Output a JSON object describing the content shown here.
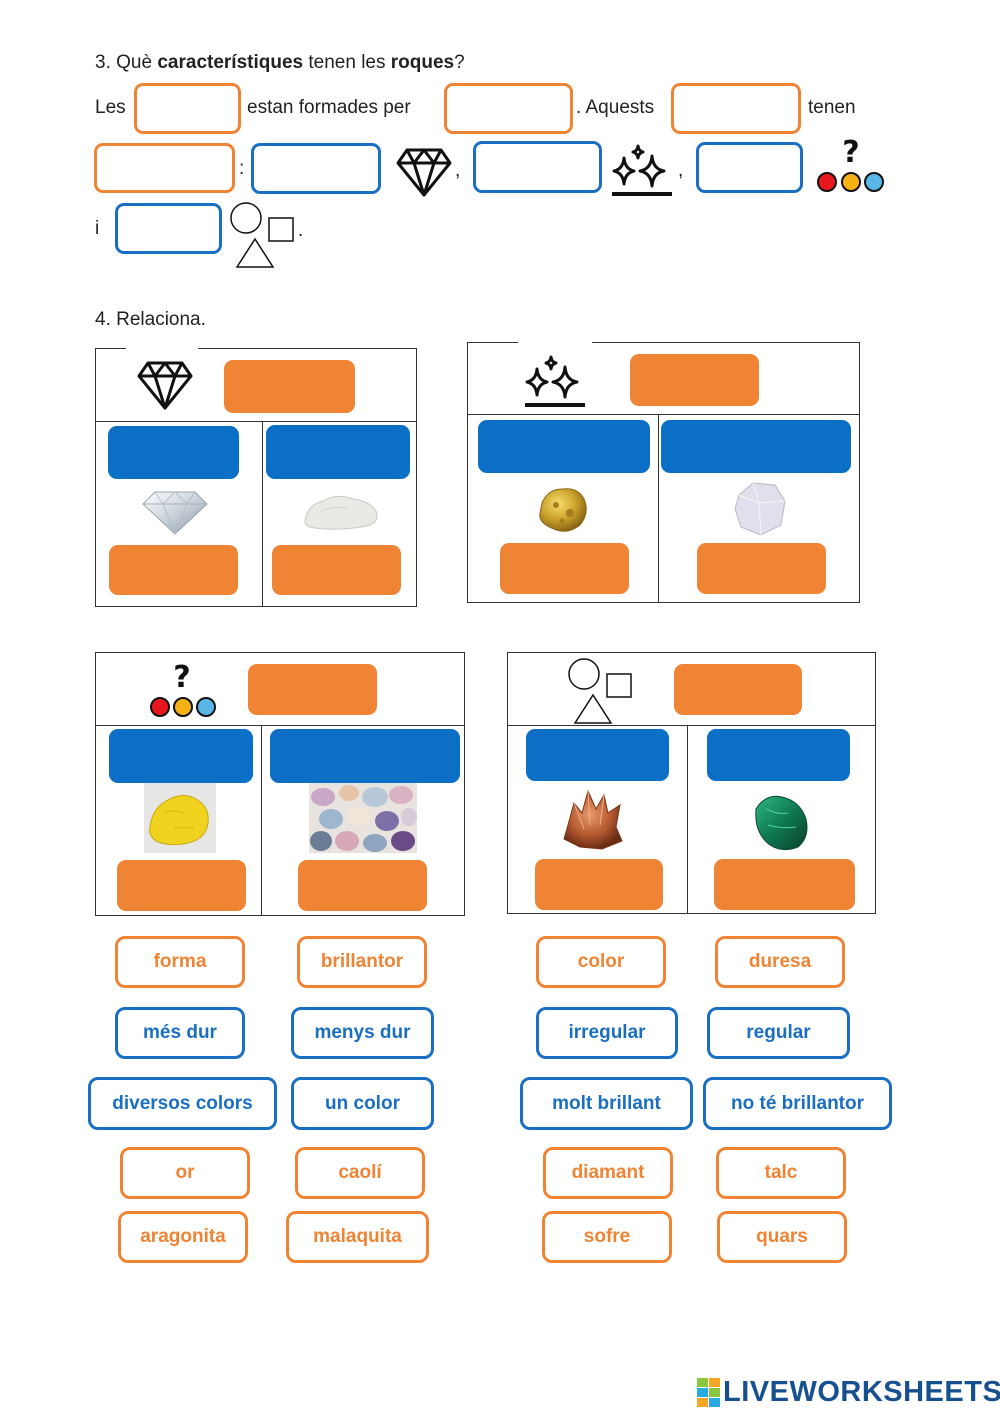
{
  "question3": {
    "number": "3.",
    "part1": "Què ",
    "bold1": "característiques",
    "part2": " tenen les ",
    "bold2": "roques",
    "part3": "?"
  },
  "sentence": {
    "les": "Les",
    "estan_formades": "estan formades per",
    "aquests": ". Aquests",
    "tenen": "tenen",
    "colon": ":",
    "comma1": ",",
    "comma2": ",",
    "i": "i",
    "period": "."
  },
  "question4": {
    "label": "4. Relaciona."
  },
  "cards": [
    {
      "icon": "diamond-icon",
      "images": [
        "diamond-image",
        "kaolin-image"
      ]
    },
    {
      "icon": "sparkle-icon",
      "images": [
        "gold-nugget-image",
        "quartz-image"
      ]
    },
    {
      "icon": "color-dots-icon",
      "images": [
        "sulfur-image",
        "mixed-minerals-image"
      ]
    },
    {
      "icon": "shapes-icon",
      "images": [
        "aragonite-image",
        "malachite-image"
      ]
    }
  ],
  "word_bank": [
    {
      "text": "forma",
      "color": "orange"
    },
    {
      "text": "brillantor",
      "color": "orange"
    },
    {
      "text": "color",
      "color": "orange"
    },
    {
      "text": "duresa",
      "color": "orange"
    },
    {
      "text": "més dur",
      "color": "blue"
    },
    {
      "text": "menys dur",
      "color": "blue"
    },
    {
      "text": "irregular",
      "color": "blue"
    },
    {
      "text": "regular",
      "color": "blue"
    },
    {
      "text": "diversos colors",
      "color": "blue"
    },
    {
      "text": "un color",
      "color": "blue"
    },
    {
      "text": "molt brillant",
      "color": "blue"
    },
    {
      "text": "no té brillantor",
      "color": "blue"
    },
    {
      "text": "or",
      "color": "orange"
    },
    {
      "text": "caolí",
      "color": "orange"
    },
    {
      "text": "diamant",
      "color": "orange"
    },
    {
      "text": "talc",
      "color": "orange"
    },
    {
      "text": "aragonita",
      "color": "orange"
    },
    {
      "text": "malaquita",
      "color": "orange"
    },
    {
      "text": "sofre",
      "color": "orange"
    },
    {
      "text": "quars",
      "color": "orange"
    }
  ],
  "logo": {
    "text": "LIVEWORKSHEETS"
  },
  "colors": {
    "orange": "#ee8434",
    "blue": "#1a6fc2",
    "fill_blue": "#0b6fc5"
  }
}
